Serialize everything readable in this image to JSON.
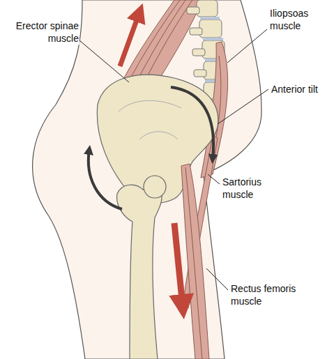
{
  "diagram": {
    "labels": [
      "Erector spinae muscle",
      "Iliopsoas muscle",
      "Anterior tilt",
      "Sartorius muscle",
      "Rectus femoris muscle"
    ]
  }
}
